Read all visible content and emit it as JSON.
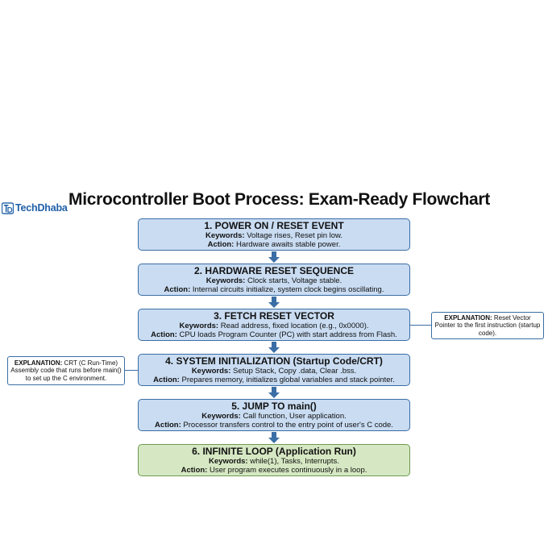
{
  "logo": {
    "text": "TechDhaba",
    "icon": "td-monogram-icon",
    "color": "#1f5fa8"
  },
  "title": "Microcontroller Boot Process: Exam-Ready Flowchart",
  "steps": [
    {
      "title": "1. POWER ON / RESET EVENT",
      "keywords_label": "Keywords:",
      "keywords": "Voltage rises, Reset pin low.",
      "action_label": "Action:",
      "action": "Hardware awaits stable power."
    },
    {
      "title": "2. HARDWARE RESET SEQUENCE",
      "keywords_label": "Keywords:",
      "keywords": "Clock starts, Voltage stable.",
      "action_label": "Action:",
      "action": "Internal circuits initialize, system clock begins oscillating."
    },
    {
      "title": "3. FETCH RESET VECTOR",
      "keywords_label": "Keywords:",
      "keywords": "Read address, fixed location (e.g., 0x0000).",
      "action_label": "Action:",
      "action": "CPU loads Program Counter (PC) with start address from Flash."
    },
    {
      "title": "4. SYSTEM INITIALIZATION (Startup Code/CRT)",
      "keywords_label": "Keywords:",
      "keywords": "Setup Stack, Copy .data, Clear .bss.",
      "action_label": "Action:",
      "action": "Prepares memory, initializes global variables and stack pointer."
    },
    {
      "title": "5. JUMP TO main()",
      "keywords_label": "Keywords:",
      "keywords": "Call function, User application.",
      "action_label": "Action:",
      "action": "Processor transfers control to the entry point of user's C code."
    },
    {
      "title": "6. INFINITE LOOP (Application Run)",
      "keywords_label": "Keywords:",
      "keywords": "while(1), Tasks, Interrupts.",
      "action_label": "Action:",
      "action": "User program executes continuously in a loop."
    }
  ],
  "notes": {
    "reset_vector": {
      "label": "EXPLANATION:",
      "name": "Reset Vector",
      "body": "Pointer to the first instruction (startup code)."
    },
    "crt": {
      "label": "EXPLANATION:",
      "name": "CRT (C Run-Time)",
      "body": "Assembly code that runs before main() to set up the C environment."
    }
  },
  "colors": {
    "step_fill": "#c9dcf2",
    "step_border": "#3a6ea5",
    "final_fill": "#d6e8c3",
    "arrow": "#3a6ea5"
  }
}
